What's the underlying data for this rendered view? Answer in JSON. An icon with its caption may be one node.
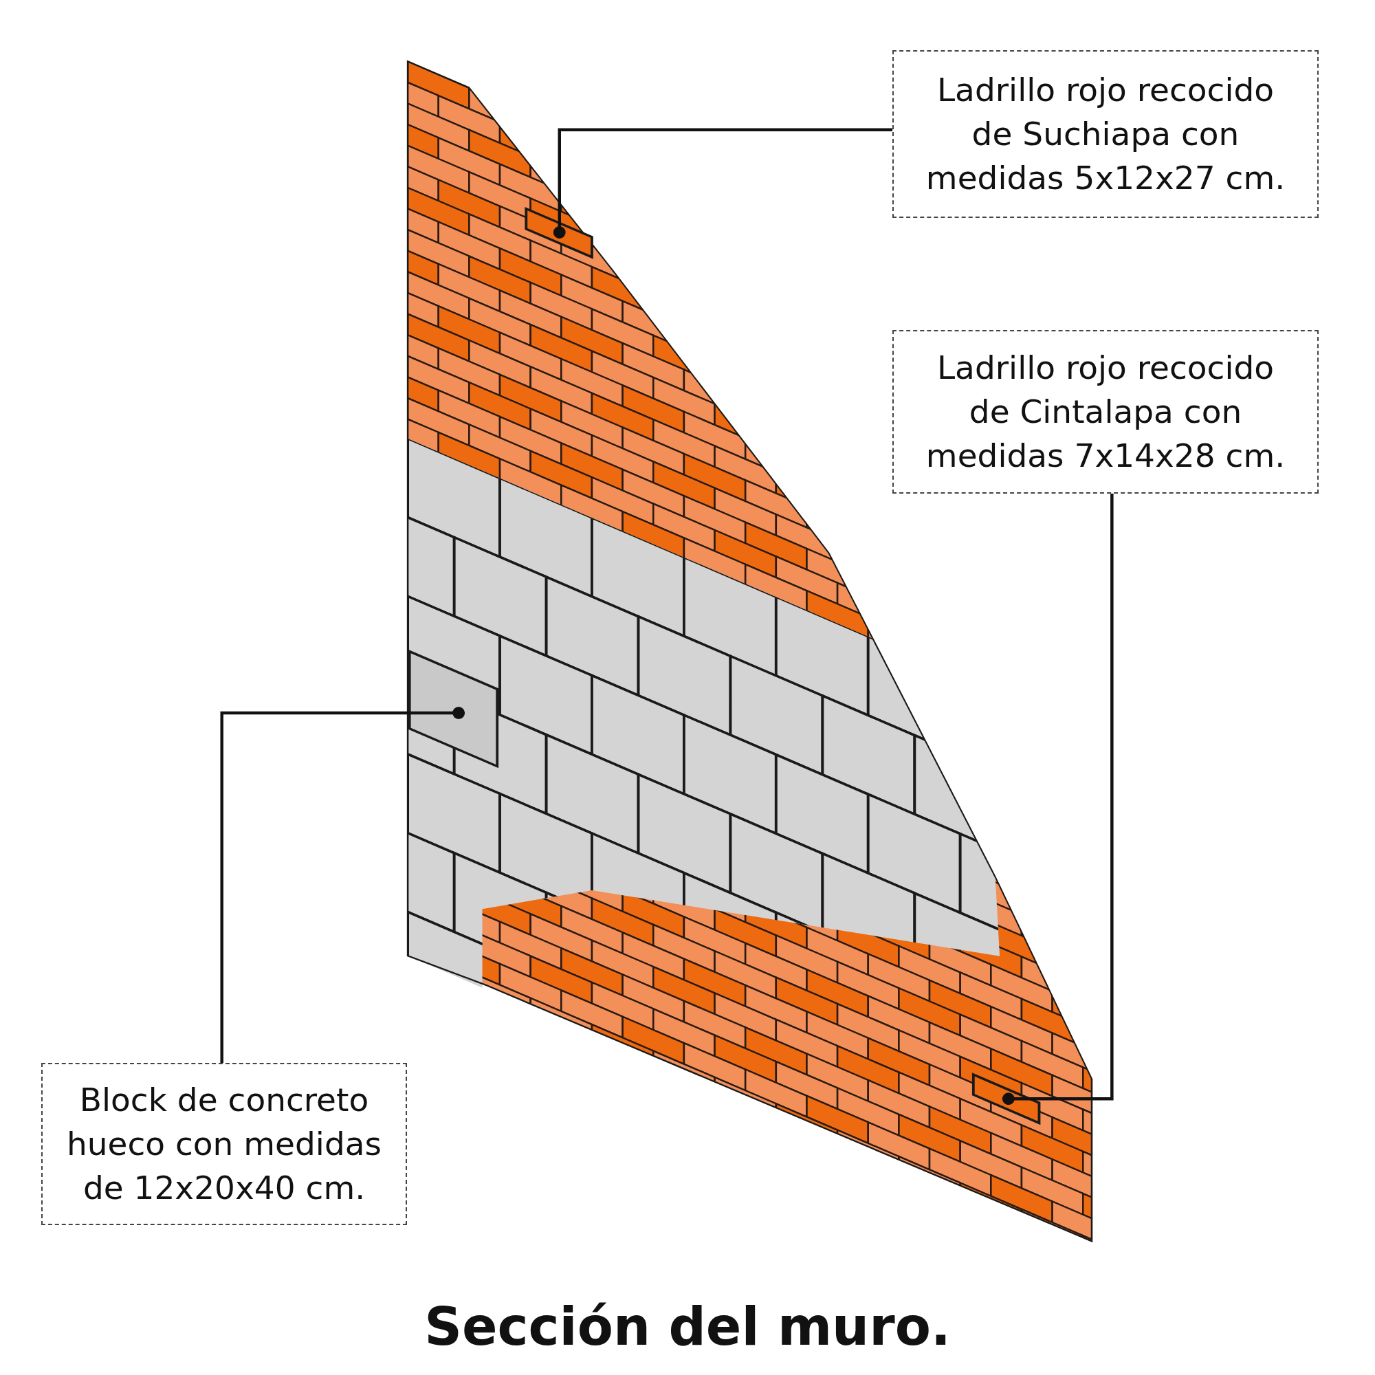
{
  "diagram": {
    "caption": "Sección del muro.",
    "nodes": [
      {
        "text": [
          "Ladrillo rojo recocido de Suchiapa con medidas 5x12x27 cm."
        ]
      },
      {
        "text": [
          "Ladrillo rojo recocido de Cintalapa con medidas 7x14x28 cm."
        ]
      },
      {
        "text": [
          "Block de concreto hueco con medidas de 12x20x40 cm."
        ]
      },
      {
        "text": [],
        "shape": "box"
      },
      {
        "text": [],
        "shape": "box"
      },
      {
        "text": [],
        "shape": "box"
      }
    ],
    "edges": [
      {
        "from": 0,
        "to": 3,
        "arrow": "other"
      },
      {
        "from": 1,
        "to": 5,
        "arrow": "other"
      },
      {
        "from": 2,
        "to": 4,
        "arrow": "other"
      }
    ]
  }
}
